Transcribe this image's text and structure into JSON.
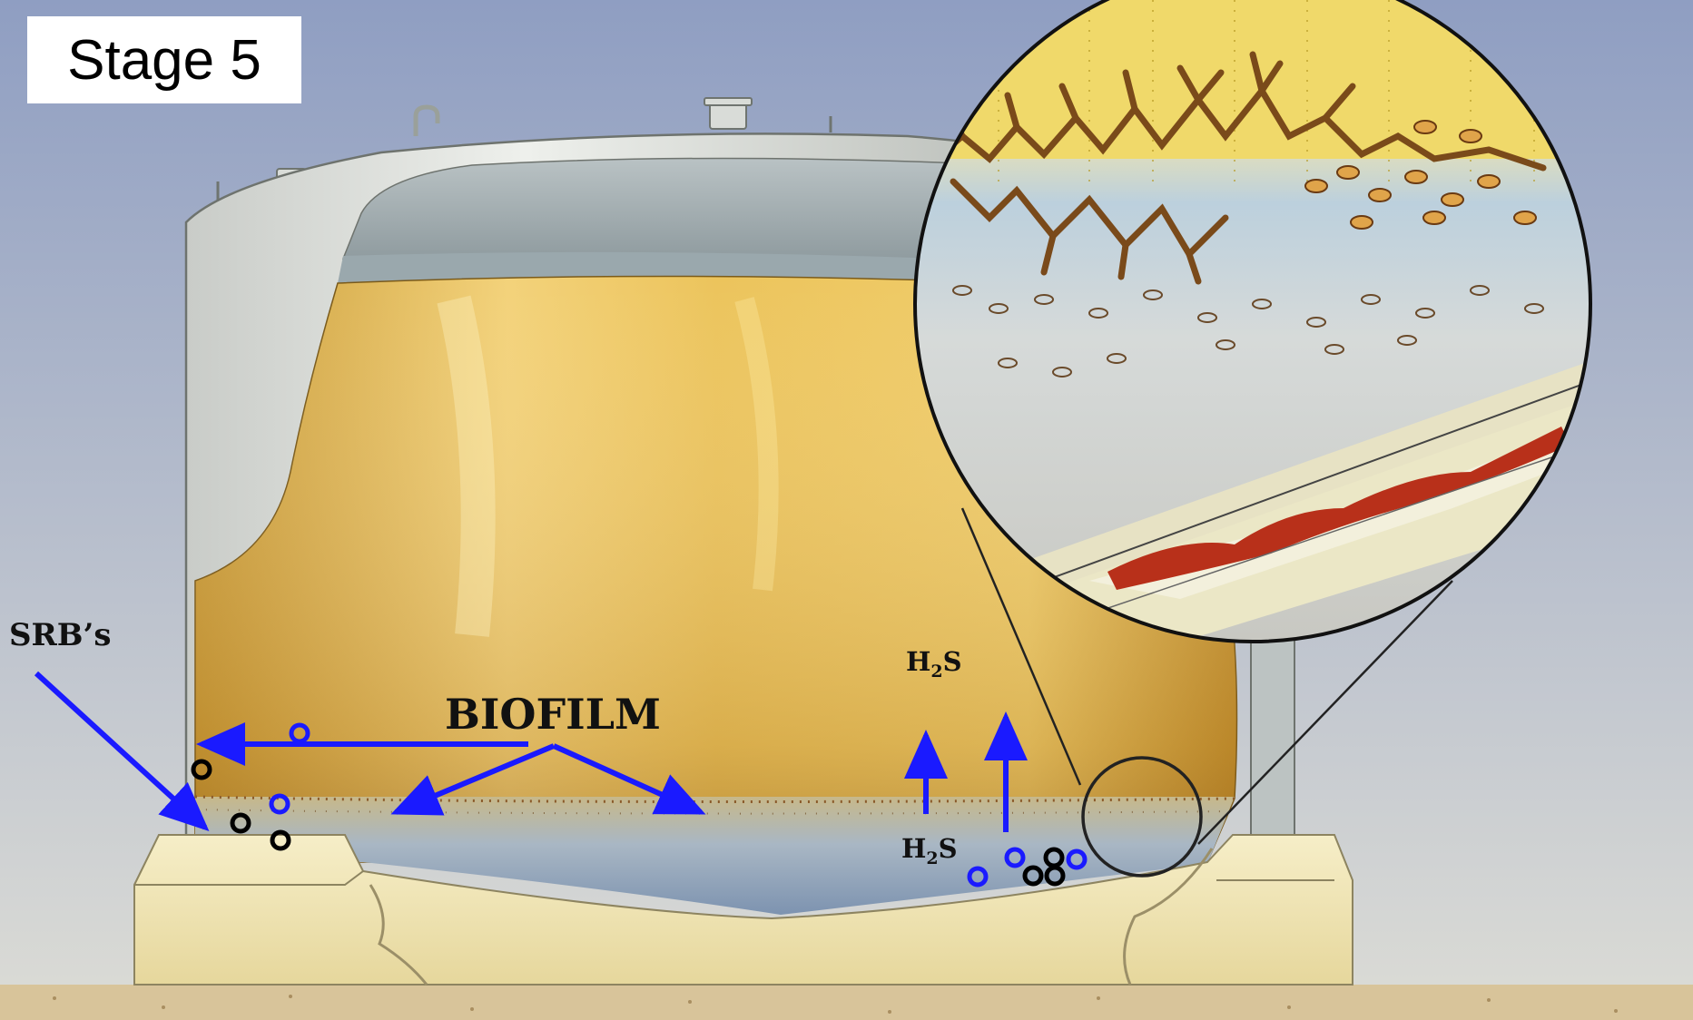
{
  "stage_label": "Stage 5",
  "labels": {
    "srb": "SRB’s",
    "biofilm": "BIOFILM",
    "h2s_upper": {
      "prefix": "H",
      "subscript": "2",
      "suffix": "S"
    },
    "h2s_lower": {
      "prefix": "H",
      "subscript": "2",
      "suffix": "S"
    }
  },
  "colors": {
    "sky": "#a9b6d2",
    "tank_shell": "#dfe2de",
    "fuel": "#e6b84a",
    "water_layer": "#9cb0c4",
    "foundation": "#f0e4b0",
    "arrow": "#1a1aff",
    "rust": "#b8301a"
  },
  "icons": [
    "blue-arrow-icon",
    "bacteria-ring-icon",
    "magnifier-circle-icon"
  ]
}
